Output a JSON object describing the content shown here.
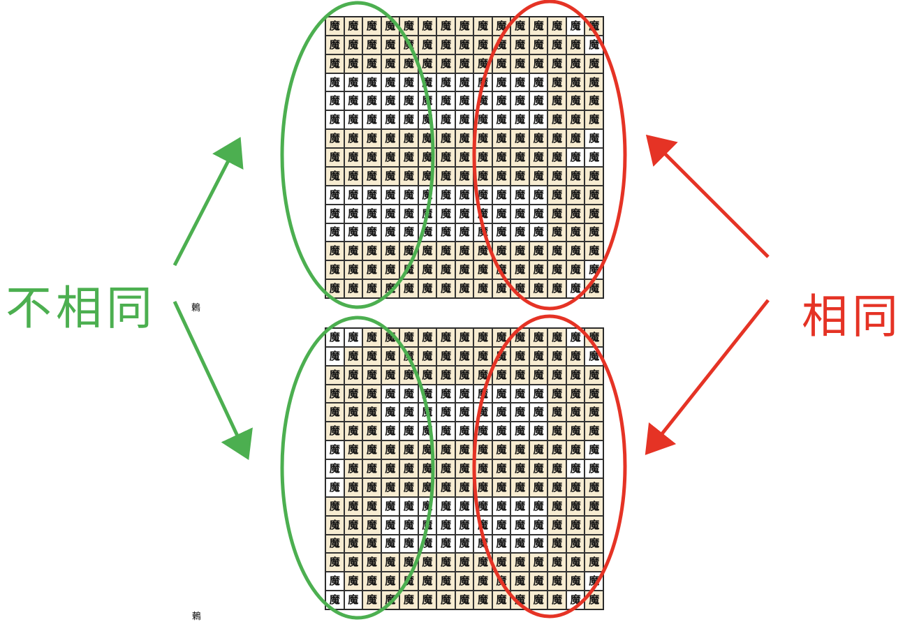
{
  "labels": {
    "different": "不相同",
    "same": "相同",
    "small_top": "鶇",
    "small_bottom": "鶇"
  },
  "grid": {
    "char": "魔",
    "top_pattern": [
      "TTTTTTTTTTTTTWT",
      "TTTTTTTTTTTTTTW",
      "TTTTTTTTTTTTTTT",
      "WWWWWWWWWWWWTTT",
      "WWWWWWWWWWWWTTT",
      "WWWWWWWWWWWWTTT",
      "TTTTTTTTTTTTTTW",
      "TTTTTTTTTTTTTWW",
      "TTTTTTTTTTTTTTT",
      "WWWWWWWWWWWWTTT",
      "WWWWWWWWWWWWTTT",
      "WWWWWWWWWWWWTTT",
      "TTTTTTTTTTTTTTT",
      "TTTTTTTTTTTTTTW",
      "TTTTTTTTTTTTTWT"
    ],
    "bottom_pattern": [
      "WWTTTTTTTTTTTWT",
      "WTTTTTTTTTTTTTW",
      "TTTTTTTTTTTTTTT",
      "TTTWWWWWWWWWTTT",
      "TTTWWWWWWWWWTTT",
      "TTTWWWWWWWWWTTT",
      "WTTTTTTTTTTTTTW",
      "WTTTTTTTTTTTTWW",
      "WTTTTTTTTTTTTTT",
      "TTTWWWWWWWWWTTT",
      "TTTWWWWWWWWWTTT",
      "TTTWWWWWWWWWTTT",
      "TTTTTTTTTTTTTTT",
      "WTTTTTTTTTTTTTW",
      "WWTTTTTTTTTTTWT"
    ]
  },
  "colors": {
    "green": "#4caf50",
    "red": "#e53325",
    "tan": "#f7ecd1"
  }
}
